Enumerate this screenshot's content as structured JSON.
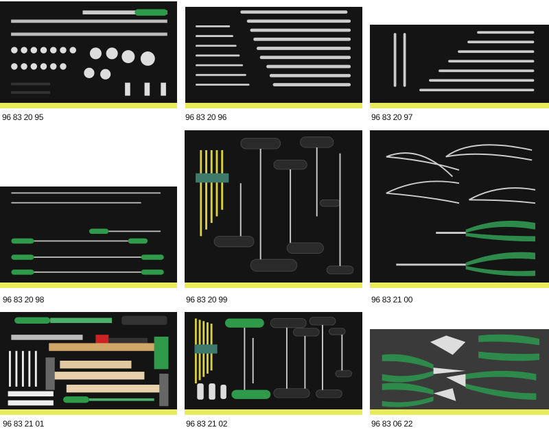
{
  "products": [
    {
      "article": "96 83 20 95"
    },
    {
      "article": "96 83 20 96"
    },
    {
      "article": "96 83 20 97"
    },
    {
      "article": "96 83 20 98"
    },
    {
      "article": "96 83 20 99"
    },
    {
      "article": "96 83 21 00"
    },
    {
      "article": "96 83 21 01"
    },
    {
      "article": "96 83 21 02"
    },
    {
      "article": "96 83 06 22"
    }
  ],
  "colors": {
    "foam": "#141414",
    "foam_edge": "#e8ec5c",
    "handle_green": "#2e9a4a",
    "chrome": "#d8d8d8"
  }
}
